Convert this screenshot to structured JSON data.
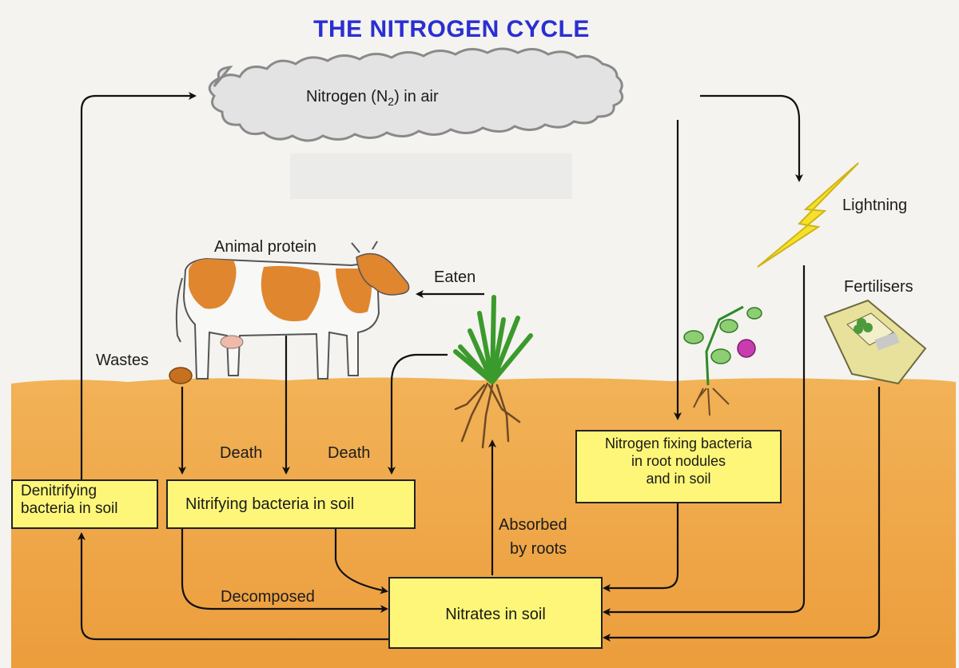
{
  "title": "THE NITROGEN CYCLE",
  "nodes": {
    "air": {
      "prefix": "Nitrogen (N",
      "subscript": "2",
      "suffix": ") in air"
    },
    "lightning": "Lightning",
    "fertilisers": "Fertilisers",
    "animal_protein": "Animal protein",
    "eaten": "Eaten",
    "wastes": "Wastes",
    "death_animal": "Death",
    "death_plant": "Death",
    "denitrifying": [
      "Denitrifying",
      "bacteria in soil"
    ],
    "nitrifying": "Nitrifying bacteria in soil",
    "nitrogen_fixing": [
      "Nitrogen fixing bacteria",
      "in root nodules",
      "and in soil"
    ],
    "absorbed": [
      "Absorbed",
      "by roots"
    ],
    "decomposed": "Decomposed",
    "nitrates": "Nitrates in soil"
  },
  "colors": {
    "title": "#2a2fd2",
    "soil": "#f0a848",
    "box": "#fdf678",
    "cow_patch": "#e0862f",
    "lightning": "#f6e12a",
    "background": "#f4f3ef"
  }
}
